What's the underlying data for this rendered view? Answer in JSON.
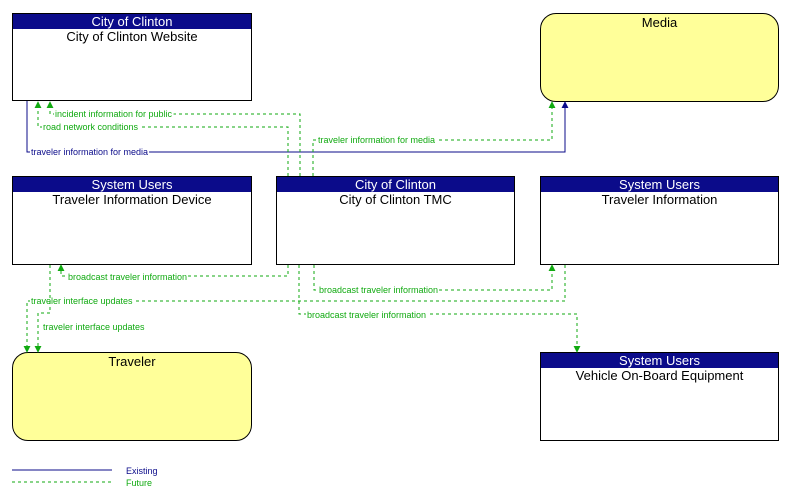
{
  "colors": {
    "existing": "#0b0b8a",
    "future": "#11aa11",
    "header": "#0b0b8a",
    "terminator": "#ffff99"
  },
  "elements": {
    "website": {
      "owner": "City of Clinton",
      "name": "City of Clinton Website"
    },
    "media": {
      "name": "Media"
    },
    "tid": {
      "owner": "System Users",
      "name": "Traveler Information Device"
    },
    "tmc": {
      "owner": "City of Clinton",
      "name": "City of Clinton TMC"
    },
    "travinfo": {
      "owner": "System Users",
      "name": "Traveler Information"
    },
    "traveler": {
      "name": "Traveler"
    },
    "vobe": {
      "owner": "System Users",
      "name": "Vehicle On-Board Equipment"
    }
  },
  "flows": {
    "incident": "incident information for public",
    "roadnet": "road network conditions",
    "tim_blue": "traveler information for media",
    "tim_green": "traveler information for media",
    "bti_tid": "broadcast traveler information",
    "bti_ti": "broadcast traveler information",
    "bti_vobe": "broadcast traveler information",
    "tiu_1": "traveler interface updates",
    "tiu_2": "traveler interface updates"
  },
  "legend": {
    "existing": "Existing",
    "future": "Future"
  }
}
